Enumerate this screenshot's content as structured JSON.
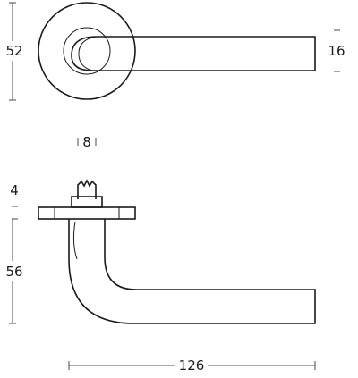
{
  "dimensions": {
    "rose_diameter": "52",
    "lever_height": "16",
    "spindle": "8",
    "rose_thickness": "4",
    "projection": "56",
    "lever_length": "126"
  },
  "line_color": "#1a1a1a",
  "background": "#ffffff"
}
